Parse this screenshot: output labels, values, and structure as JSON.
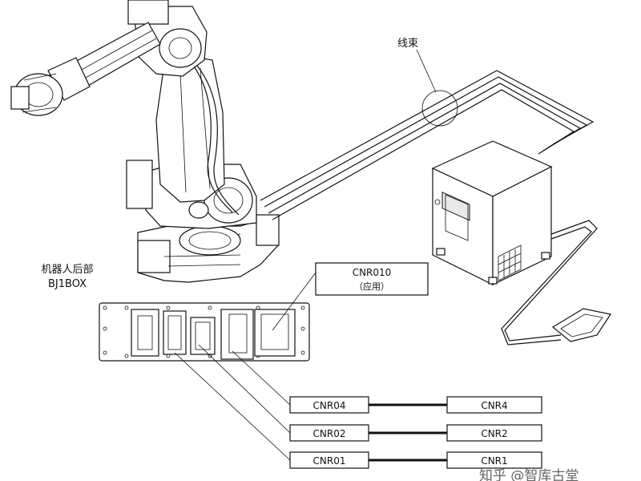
{
  "labels": {
    "harness": "线束",
    "robot_rear_line1": "机器人后部",
    "robot_rear_line2": "BJ1BOX",
    "cnr010_line1": "CNR010",
    "cnr010_line2": "（应用）"
  },
  "connectors": [
    {
      "left": "CNR04",
      "right": "CNR4"
    },
    {
      "left": "CNR02",
      "right": "CNR2"
    },
    {
      "left": "CNR01",
      "right": "CNR1"
    }
  ],
  "watermark": "知乎 @智库古堂",
  "colors": {
    "line": "#111111",
    "background": "#ffffff"
  }
}
